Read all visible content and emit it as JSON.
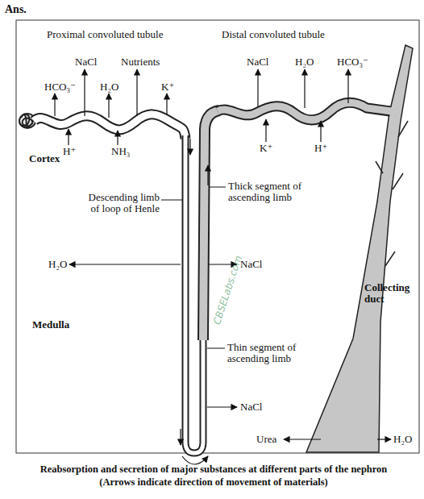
{
  "diagram": {
    "caption": "Reabsorption and secretion of major substances at different parts of the nephron (Arrows indicate direction of movement of materials)",
    "labels": [
      "Ans.",
      "Proximal convoluted tubule",
      "Distal convoluted tubule",
      "HCO₃⁻",
      "NaCl",
      "H₂O",
      "Nutrients",
      "K⁺",
      "H⁺",
      "NH₃",
      "NaCl",
      "H₂O",
      "HCO₃⁻",
      "K⁺",
      "H⁺",
      "Cortex",
      "Descending limb of loop of Henle",
      "Thick segment of ascending limb",
      "H₂O",
      "NaCl",
      "Collecting duct",
      "Medulla",
      "CBSELabs.com",
      "Thin segment of ascending limb",
      "NaCl",
      "Urea",
      "H₂O"
    ]
  }
}
